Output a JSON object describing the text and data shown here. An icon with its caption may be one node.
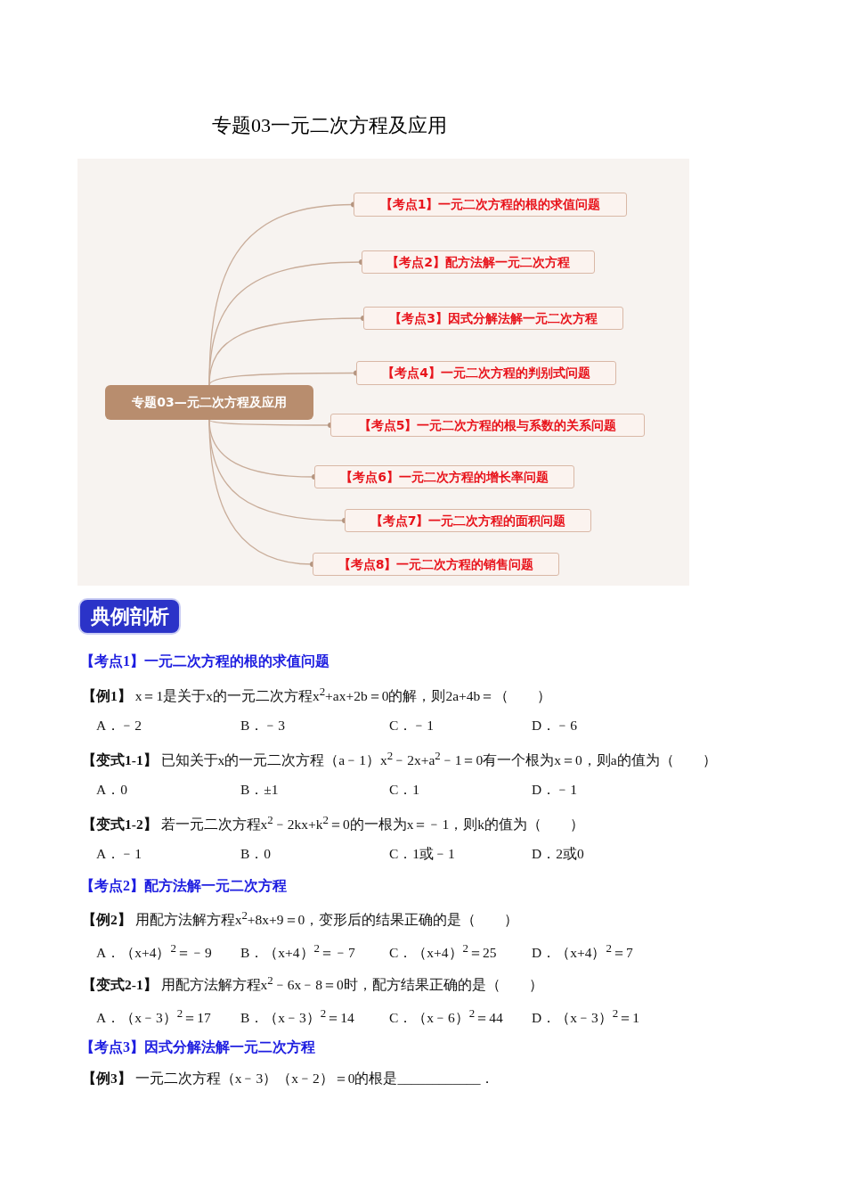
{
  "diagram": {
    "title": "专题03一元二次方程及应用",
    "nodes": [
      {
        "text": [
          "专题03—元二次方程及应用"
        ]
      },
      {
        "text": [
          "【考点1】一元二次方程的根的求值问题"
        ]
      },
      {
        "text": [
          "【考点2】配方法解一元二次方程"
        ]
      },
      {
        "text": [
          "【考点3】因式分解法解一元二次方程"
        ]
      },
      {
        "text": [
          "【考点4】一元二次方程的判别式问题"
        ]
      },
      {
        "text": [
          "【考点5】一元二次方程的根与系数的关系问题"
        ]
      },
      {
        "text": [
          "【考点6】一元二次方程的增长率问题"
        ]
      },
      {
        "text": [
          "【考点7】一元二次方程的面积问题"
        ]
      },
      {
        "text": [
          "【考点8】一元二次方程的销售问题"
        ]
      },
      {
        "text": [
          "典例剖析"
        ]
      }
    ],
    "edges": [
      {
        "from": 0,
        "to": 1,
        "arrow": "other"
      },
      {
        "from": 0,
        "to": 2,
        "arrow": "other"
      },
      {
        "from": 0,
        "to": 3,
        "arrow": "other"
      },
      {
        "from": 0,
        "to": 4,
        "arrow": "other"
      },
      {
        "from": 0,
        "to": 5,
        "arrow": "other"
      },
      {
        "from": 0,
        "to": 6,
        "arrow": "other"
      },
      {
        "from": 0,
        "to": 7,
        "arrow": "other"
      },
      {
        "from": 0,
        "to": 8,
        "arrow": "other"
      }
    ],
    "labels": [
      "【考点1】一元二次方程的根的求值问题",
      "**【例1】** x＝1是关于x的一元二次方程x$^{2}$+ax+2b＝0的解，则2a+4b＝（　　）",
      "A．﹣2",
      "B．﹣3",
      "C．﹣1",
      "D．﹣6",
      "**【变式1-1】** 已知关于x的一元二次方程（a﹣1）x$^{2}$﹣2x+a$^{2}$﹣1＝0有一个根为x＝0，则a的值为（　　）",
      "A．0",
      "B．±1",
      "C．1",
      "D．﹣1",
      "**【变式1-2】** 若一元二次方程x$^{2}$﹣2kx+k$^{2}$＝0的一根为x＝﹣1，则k的值为（　　）",
      "A．﹣1",
      "B．0",
      "C．1或﹣1",
      "D．2或0",
      "【考点2】配方法解一元二次方程",
      "**【例2】** 用配方法解方程x$^{2}$+8x+9＝0，变形后的结果正确的是（　　）",
      "A．（x+4）$^{2}$＝﹣9",
      "B．（x+4）$^{2}$＝﹣7",
      "C．（x+4）$^{2}$＝25",
      "D．（x+4）$^{2}$＝7",
      "**【变式2-1】** 用配方法解方程x$^{2}$﹣6x﹣8＝0时，配方结果正确的是（　　）",
      "A．（x﹣3）$^{2}$＝17",
      "B．（x﹣3）$^{2}$＝14",
      "C．（x﹣6）$^{2}$＝44",
      "D．（x﹣3）$^{2}$＝1",
      "【考点3】因式分解法解一元二次方程",
      "**【例3】** 一元二次方程（x﹣3）（x﹣2）＝0的根是____________．"
    ]
  }
}
